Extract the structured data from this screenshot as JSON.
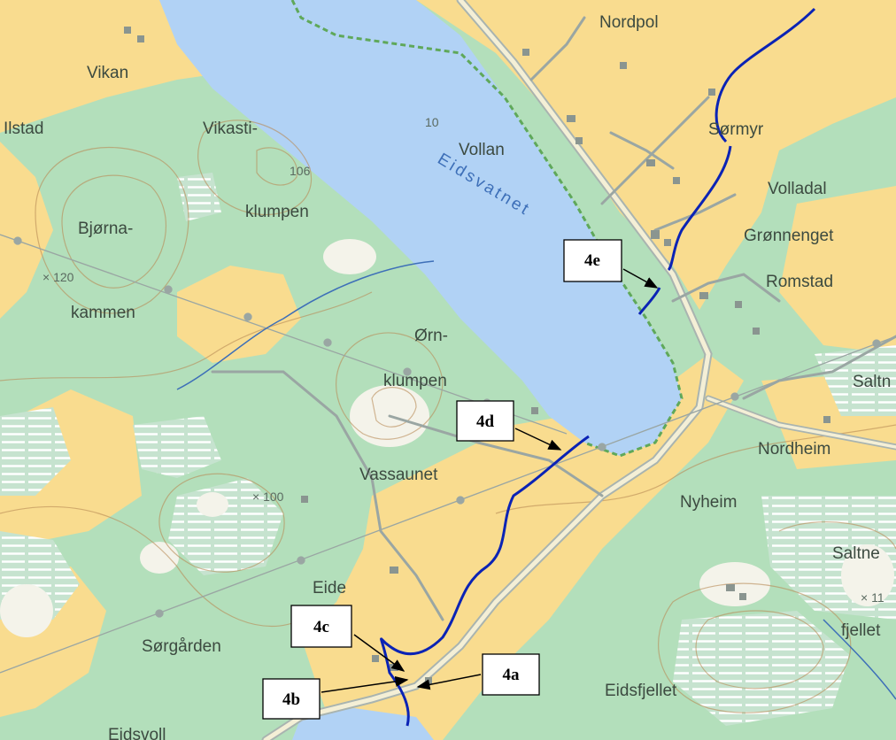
{
  "lake_name": "Eidsvatnet",
  "lake_depth": "10",
  "places": [
    "Nordpol",
    "Vikan",
    "Ilstad",
    "Vikasti-",
    "klumpen",
    "Vollan",
    "Sørmyr",
    "Volladal",
    "Bjørna-",
    "kammen",
    "Grønnenget",
    "Romstad",
    "Ørn-",
    "klumpen",
    "Saltn",
    "Nordheim",
    "Vassaunet",
    "Nyheim",
    "Saltne",
    "fjellet",
    "Eide",
    "Sørgården",
    "Eidsfjellet",
    "Eidsvoll"
  ],
  "elevations": [
    "106",
    "× 120",
    "× 100",
    "× 11"
  ],
  "markers": [
    "4a",
    "4b",
    "4c",
    "4d",
    "4e"
  ],
  "colors": {
    "forest": "#b3dfbb",
    "open_land": "#f9dc8f",
    "water": "#b1d2f5",
    "marsh_lines": "#ffffff",
    "stream": "#0b23b5",
    "road": "#a9b4b0",
    "contour": "#b88a55",
    "shore_dash": "#5fa85a"
  }
}
